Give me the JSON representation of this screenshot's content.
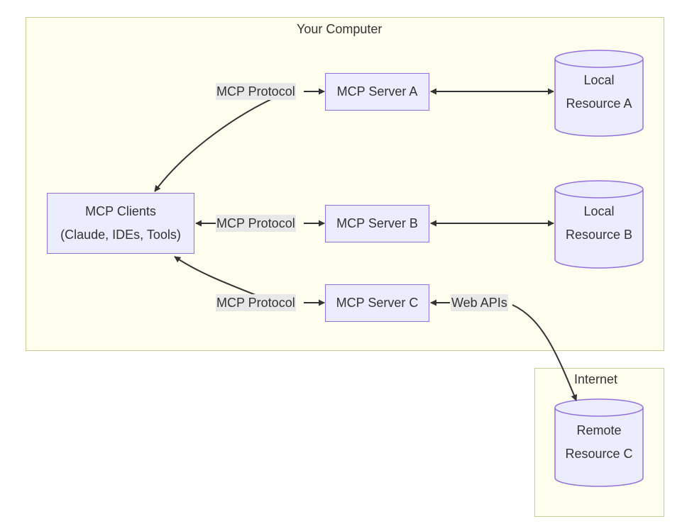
{
  "clusters": {
    "computer": {
      "title": "Your Computer"
    },
    "internet": {
      "title": "Internet"
    }
  },
  "nodes": {
    "clients": {
      "line1": "MCP Clients",
      "line2": "(Claude, IDEs, Tools)"
    },
    "server_a": {
      "label": "MCP Server A"
    },
    "server_b": {
      "label": "MCP Server B"
    },
    "server_c": {
      "label": "MCP Server C"
    },
    "resource_a": {
      "line1": "Local",
      "line2": "Resource A"
    },
    "resource_b": {
      "line1": "Local",
      "line2": "Resource B"
    },
    "resource_c": {
      "line1": "Remote",
      "line2": "Resource C"
    }
  },
  "edges": {
    "protocol_a": "MCP Protocol",
    "protocol_b": "MCP Protocol",
    "protocol_c": "MCP Protocol",
    "web_apis": "Web APIs"
  },
  "colors": {
    "cluster_fill": "#fffff0",
    "cluster_border": "#c9cc8f",
    "node_fill": "#ececff",
    "node_border": "#9370db",
    "edge": "#333333",
    "edge_label_bg": "#e8e8e8"
  }
}
